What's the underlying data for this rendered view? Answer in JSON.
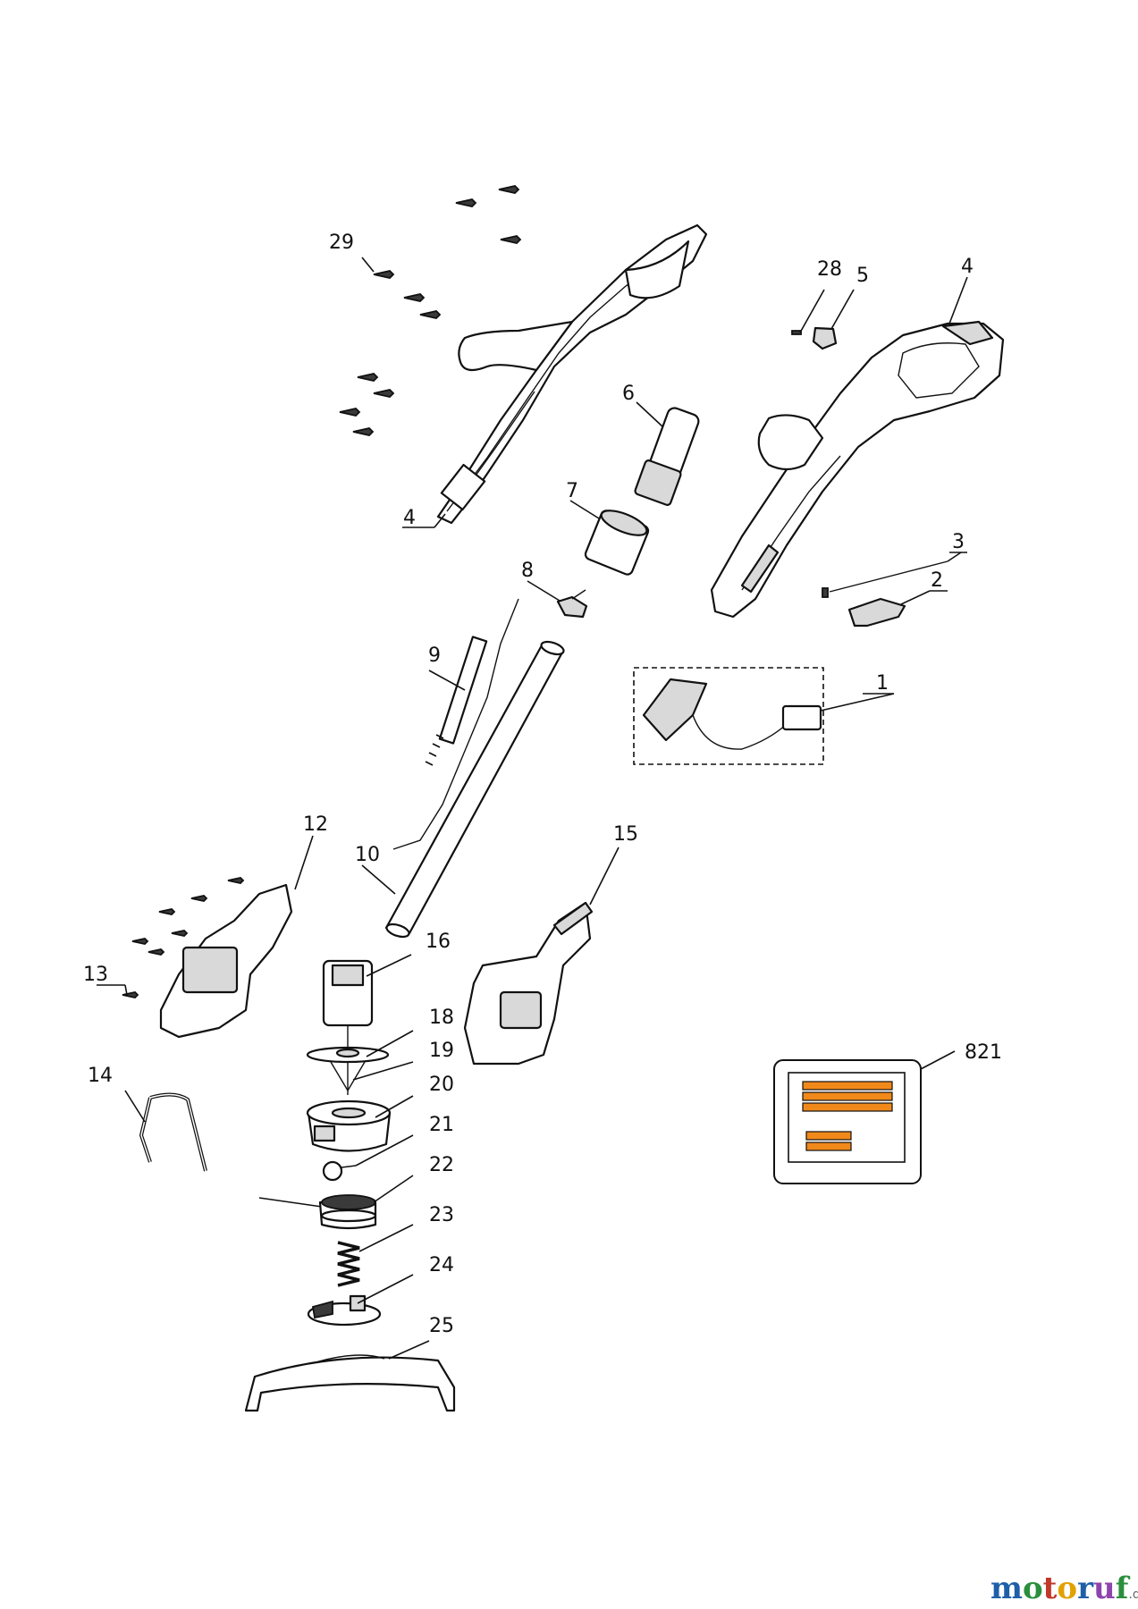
{
  "labels": {
    "p1": "1",
    "p2": "2",
    "p3": "3",
    "p4a": "4",
    "p4b": "4",
    "p5": "5",
    "p6": "6",
    "p7": "7",
    "p8": "8",
    "p9": "9",
    "p10": "10",
    "p12": "12",
    "p13": "13",
    "p14": "14",
    "p15": "15",
    "p16": "16",
    "p18": "18",
    "p19": "19",
    "p20": "20",
    "p21": "21",
    "p22": "22",
    "p23": "23",
    "p24": "24",
    "p25": "25",
    "p28": "28",
    "p29": "29",
    "p821": "821"
  },
  "brand": {
    "letters": [
      "m",
      "o",
      "t",
      "o",
      "r",
      "u",
      "f"
    ],
    "letter_colors": [
      "#1f5fa8",
      "#2a8f3c",
      "#c0392b",
      "#e1a100",
      "#1f5fa8",
      "#8e44ad",
      "#2a8f3c"
    ],
    "tld": ".de"
  },
  "colors": {
    "label_orange": "#f0891a"
  }
}
